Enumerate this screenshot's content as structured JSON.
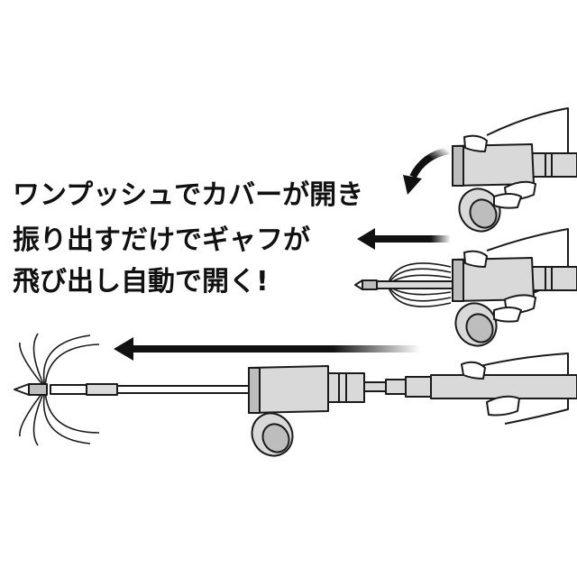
{
  "caption": {
    "line1": "ワンプッシュでカバーが開き",
    "line2": "振り出すだけでギャフが",
    "line3": "飛び出し自動で開く!"
  },
  "colors": {
    "line": "#1a1a1a",
    "body_fill": "#d9d9d9",
    "body_dark": "#bdbdbd",
    "arrow": "#111111",
    "skin": "#ffffff"
  }
}
